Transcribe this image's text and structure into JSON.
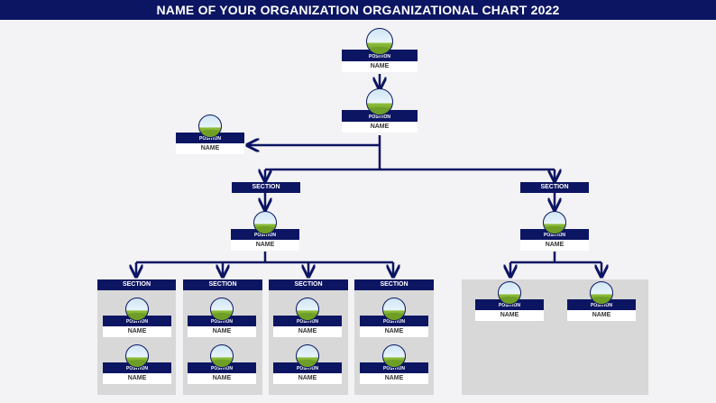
{
  "title": "NAME OF YOUR ORGANIZATION ORGANIZATIONAL CHART 2022",
  "labels": {
    "position": "POSITION",
    "name": "NAME",
    "section": "SECTION"
  },
  "colors": {
    "navy": "#0c1562",
    "panel": "#d8d8d8",
    "background": "#f3f2f4"
  }
}
